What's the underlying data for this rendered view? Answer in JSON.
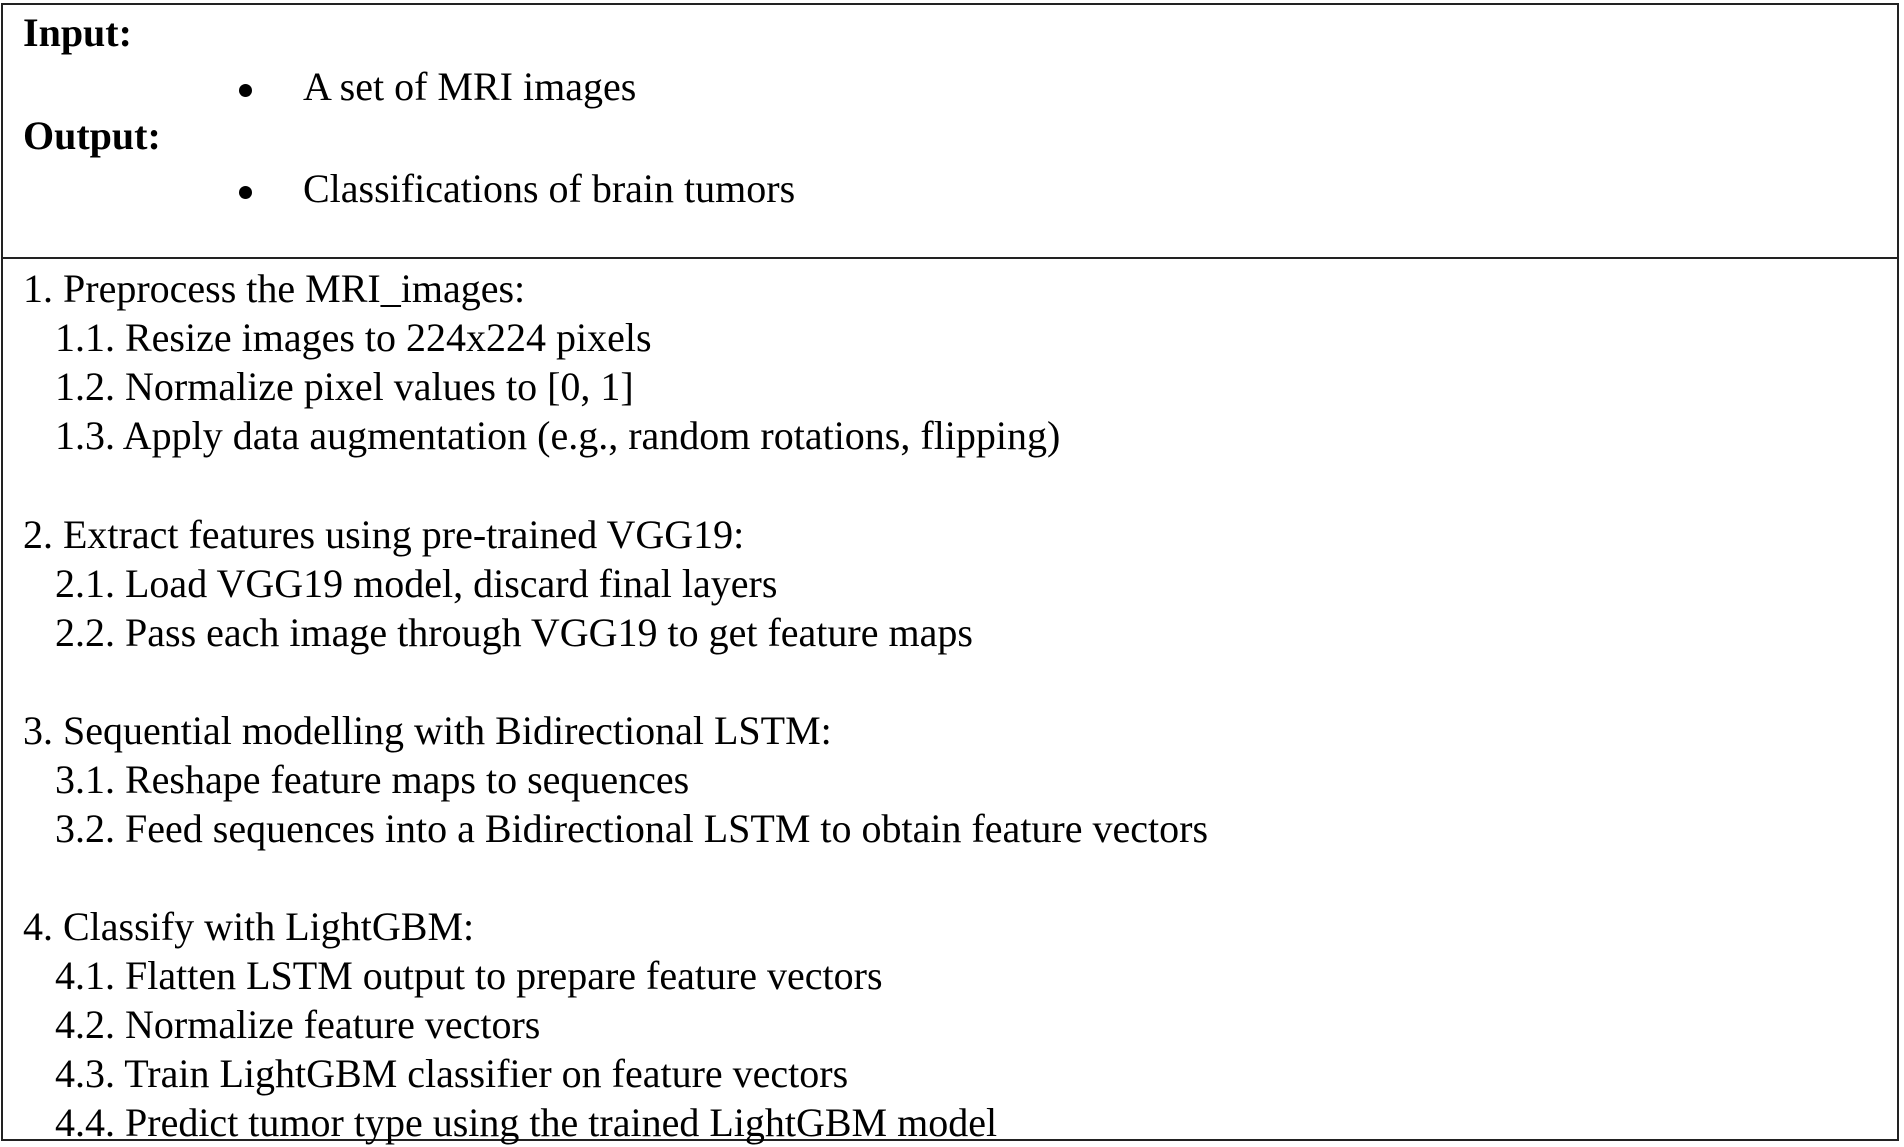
{
  "io": {
    "input_label": "Input:",
    "input_items": [
      "A set of MRI images"
    ],
    "output_label": "Output:",
    "output_items": [
      "Classifications of brain tumors"
    ]
  },
  "steps": [
    {
      "heading": "1. Preprocess the MRI_images:",
      "substeps": [
        "1.1. Resize images to 224x224 pixels",
        "1.2. Normalize pixel values to [0, 1]",
        "1.3. Apply data augmentation (e.g., random rotations, flipping)"
      ]
    },
    {
      "heading": "2. Extract features using pre-trained VGG19:",
      "substeps": [
        "2.1. Load VGG19 model, discard final layers",
        "2.2. Pass each image through VGG19 to get feature maps"
      ]
    },
    {
      "heading": "3. Sequential modelling with Bidirectional LSTM:",
      "substeps": [
        "3.1. Reshape feature maps to sequences",
        "3.2. Feed sequences into a Bidirectional LSTM to obtain feature vectors"
      ]
    },
    {
      "heading": "4. Classify with LightGBM:",
      "substeps": [
        "4.1. Flatten LSTM output to prepare feature vectors",
        "4.2. Normalize feature vectors",
        "4.3. Train LightGBM classifier on feature vectors",
        "4.4. Predict tumor type using the trained LightGBM model"
      ]
    }
  ]
}
